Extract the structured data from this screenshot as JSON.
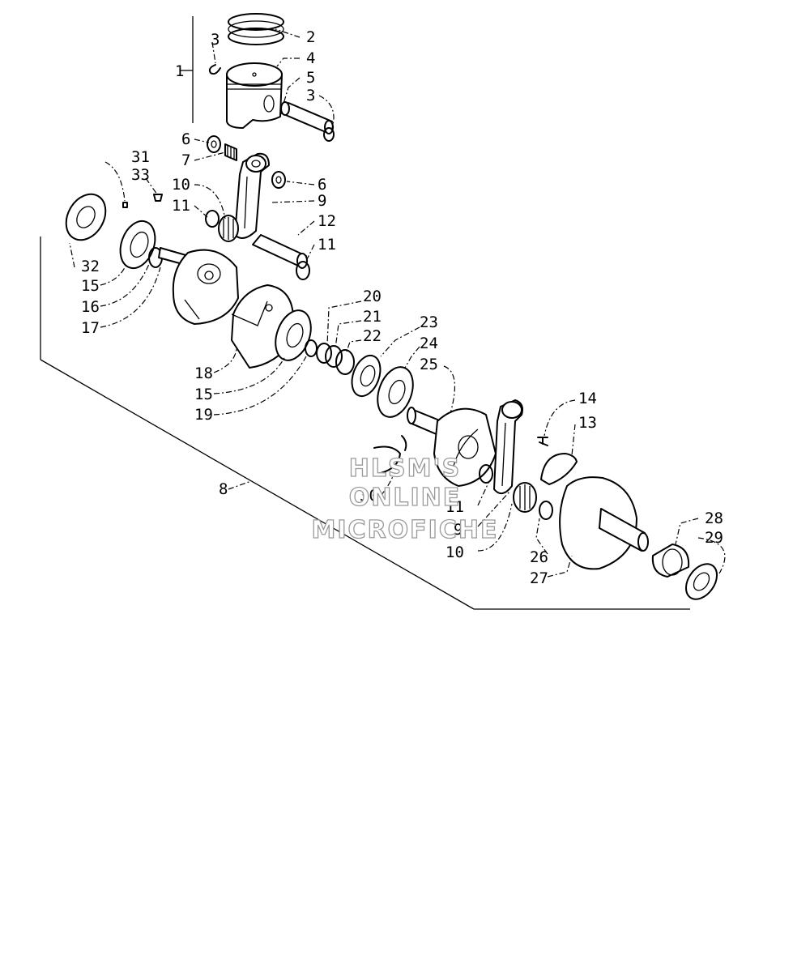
{
  "callouts": {
    "c1": "1",
    "c2": "2",
    "c3a": "3",
    "c3b": "3",
    "c4": "4",
    "c5": "5",
    "c6a": "6",
    "c6b": "6",
    "c7": "7",
    "c8": "8",
    "c9a": "9",
    "c9b": "9",
    "c10a": "10",
    "c10b": "10",
    "c11a": "11",
    "c11b": "11",
    "c11c": "11",
    "c12": "12",
    "c13": "13",
    "c14": "14",
    "c15a": "15",
    "c15b": "15",
    "c16": "16",
    "c17": "17",
    "c18": "18",
    "c19": "19",
    "c20": "20",
    "c21": "21",
    "c22": "22",
    "c23": "23",
    "c24": "24",
    "c25": "25",
    "c26": "26",
    "c27": "27",
    "c28": "28",
    "c29": "29",
    "c30": "30",
    "c31": "31",
    "c32": "32",
    "c33": "33"
  },
  "watermark": {
    "line1": "HLSM'S",
    "line2": "ONLINE",
    "line3": "MICROFICHE"
  }
}
